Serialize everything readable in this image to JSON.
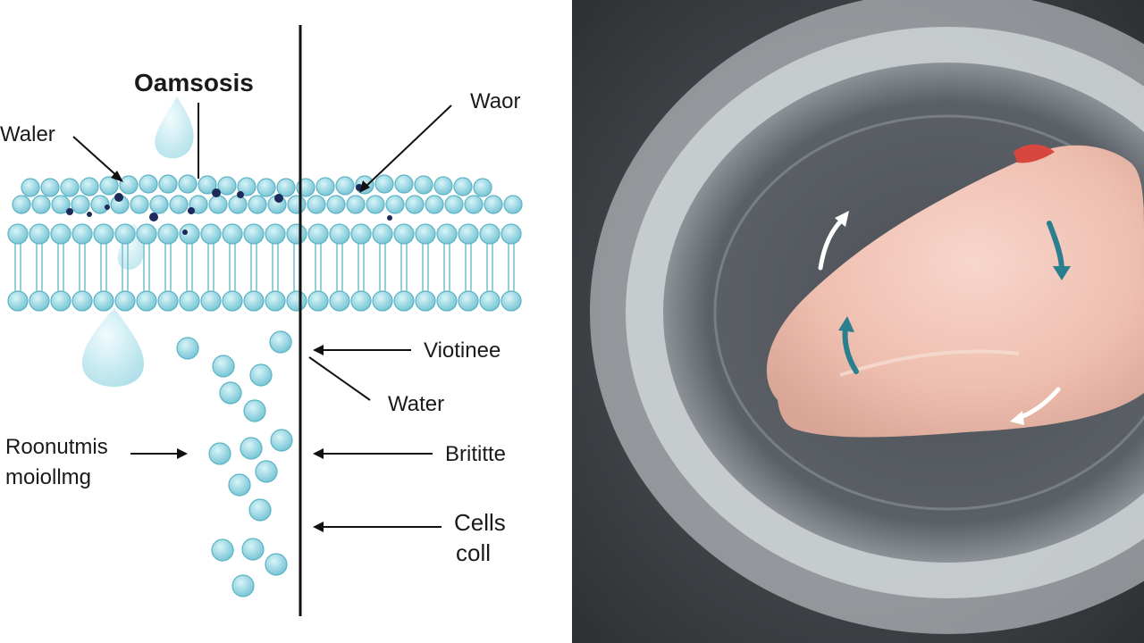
{
  "diagram": {
    "title": "Oamsosis",
    "labels": {
      "water_left": "Waler",
      "water_top_right": "Waor",
      "membrane_right": "Viotinee",
      "water_mid": "Water",
      "left_line1": "Roonutmis",
      "left_line2": "moiollmg",
      "brittle": "Brititte",
      "cells_line1": "Cells",
      "cells_line2": "coll"
    },
    "colors": {
      "phospholipid_head": "#8fd3df",
      "phospholipid_head_stroke": "#5db3c4",
      "molecule": "#86d0de",
      "droplet": "#bfe8f0",
      "divider": "#111111",
      "meat": "#f0c2b4",
      "meat_arrow_teal": "#2a7f8f",
      "meat_arrow_white": "#ffffff"
    }
  }
}
